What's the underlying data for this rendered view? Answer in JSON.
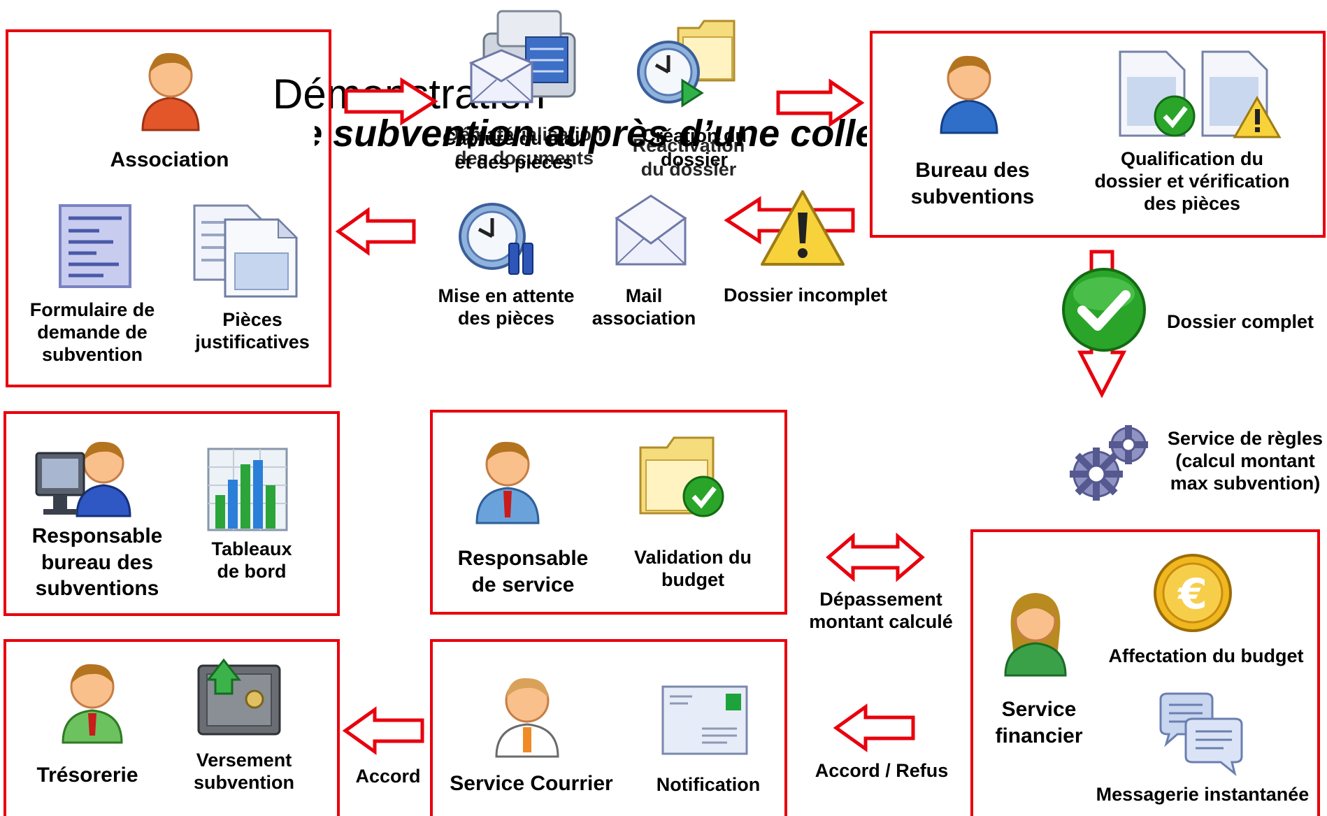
{
  "title": {
    "line1": "Démonstration",
    "line2": "Demande de subvention auprès d’une collectivité"
  },
  "top_flow": {
    "capture_label": "Capture du mail\net des pièces",
    "dematerialisation_label": "Dématérialisation\ndes documents",
    "creation_label": "Création du\ndossier",
    "reactivation_label": "Réactivation\ndu dossier"
  },
  "association": {
    "title": "Association",
    "form_label": "Formulaire de\ndemande de\nsubvention",
    "pieces_label": "Pièces\njustificatives"
  },
  "bureau": {
    "title": "Bureau des\nsubventions",
    "qualification_label": "Qualification du\ndossier et vérification\ndes pièces"
  },
  "incomplete_flow": {
    "attente_label": "Mise en attente\ndes pièces",
    "mail_label": "Mail\nassociation",
    "incomplet_label": "Dossier incomplet"
  },
  "complete_label": "Dossier complet",
  "rules_label": "Service de règles\n(calcul montant\nmax subvention)",
  "responsable_bureau": {
    "title": "Responsable\nbureau des\nsubventions",
    "tableaux_label": "Tableaux\nde bord"
  },
  "responsable_service": {
    "title": "Responsable\nde service",
    "validation_label": "Validation du\nbudget"
  },
  "depassement_label": "Dépassement\nmontant calculé",
  "service_financier": {
    "title": "Service\nfinancier",
    "affectation_label": "Affectation du budget",
    "messagerie_label": "Messagerie instantanée"
  },
  "tresorerie": {
    "title": "Trésorerie",
    "versement_label": "Versement\nsubvention"
  },
  "accord_label": "Accord",
  "service_courrier": {
    "title": "Service Courrier",
    "notification_label": "Notification"
  },
  "accord_refus_label": "Accord / Refus",
  "colors": {
    "frame_red": "#e8000d",
    "check_green": "#2aa52a",
    "person_orange": "#f08a24"
  }
}
